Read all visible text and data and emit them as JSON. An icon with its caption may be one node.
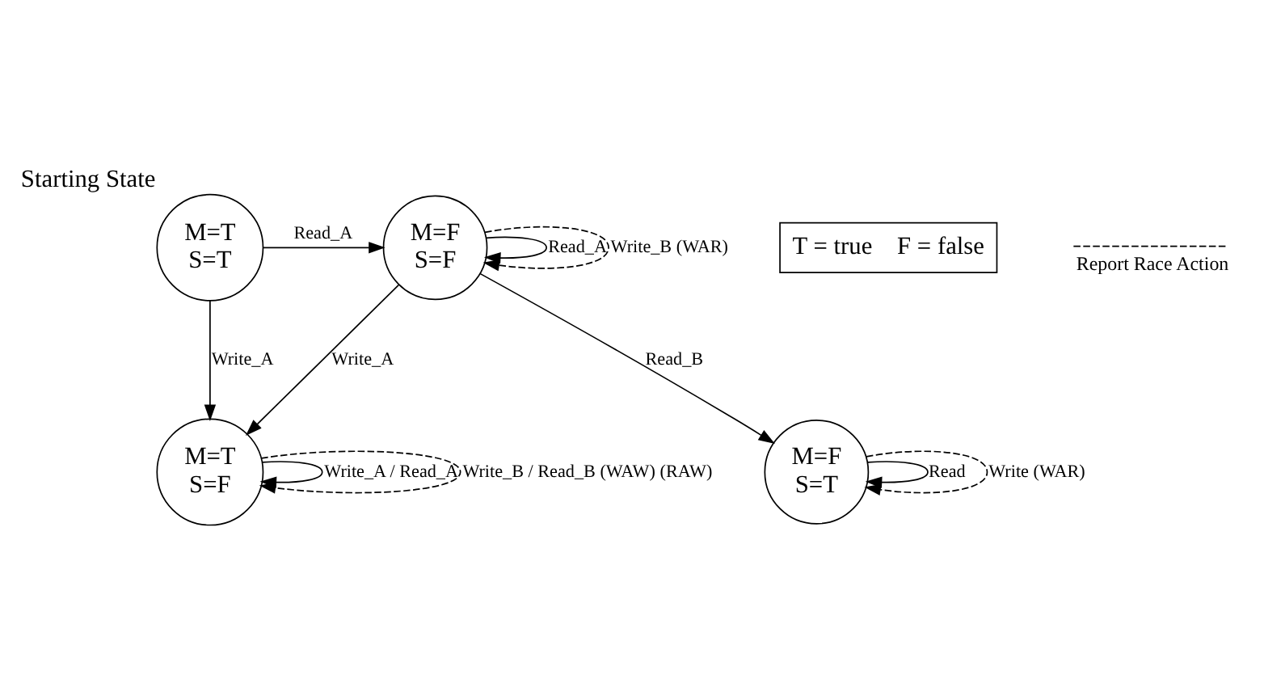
{
  "diagram": {
    "nodes": [
      {
        "text": [
          "M=T S=T"
        ],
        "beside": [
          "Starting State"
        ]
      },
      {
        "text": [
          "M=F S=F"
        ]
      },
      {
        "text": [
          "M=T S=F"
        ]
      },
      {
        "text": [
          "M=F S=T"
        ]
      },
      {
        "text": [
          "T = true    F = false"
        ]
      }
    ],
    "edges": [
      {
        "from": 0,
        "to": 1,
        "arrow": "to",
        "label": "Read_A"
      },
      {
        "from": 0,
        "to": 2,
        "arrow": "to",
        "label": "Write_A"
      },
      {
        "from": 1,
        "to": 2,
        "arrow": "to",
        "label": "Write_A"
      },
      {
        "from": 1,
        "to": 1,
        "arrow": "to",
        "label": "Read_A"
      },
      {
        "from": 1,
        "to": 3,
        "arrow": "to",
        "label": "Read_B"
      },
      {
        "from": 2,
        "to": 2,
        "arrow": "to",
        "label": "Write_A / Read_A"
      },
      {
        "from": 2,
        "to": 2,
        "arrow": "to",
        "label": "Write_B / Read_B (WAW) (RAW)",
        "style": "dashed"
      },
      {
        "from": 1,
        "to": 1,
        "arrow": "to",
        "label": "Write_B (WAR)",
        "style": "dashed"
      },
      {
        "from": 3,
        "to": 3,
        "arrow": "to",
        "label": "Read"
      },
      {
        "from": 3,
        "to": 3,
        "arrow": "to",
        "label": "Write (WAR)",
        "style": "dashed"
      }
    ],
    "legend": [
      {
        "text": "Report Race Action"
      }
    ]
  }
}
